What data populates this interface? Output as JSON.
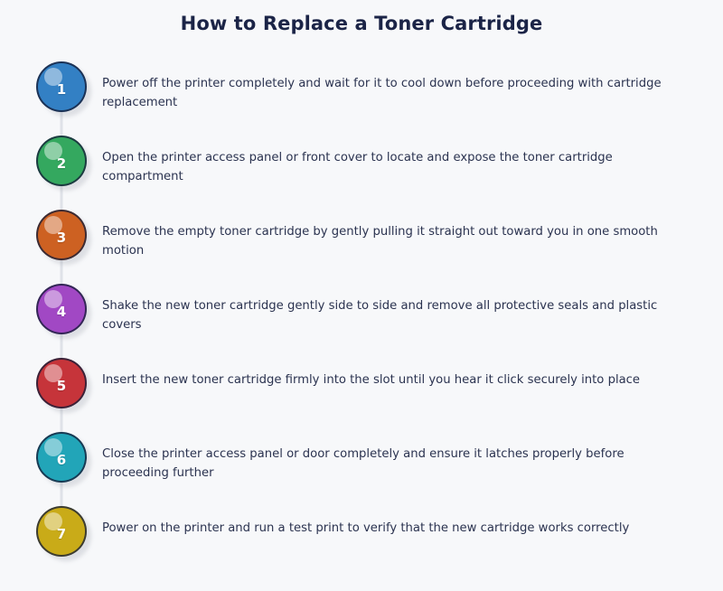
{
  "header": {
    "title": "How to Replace a Toner Cartridge"
  },
  "theme": {
    "background": "#f7f8fa",
    "title_color": "#1b2447",
    "text_color": "#2b3350",
    "connector_color": "#dfe2e8"
  },
  "steps": [
    {
      "number": "1",
      "text": "Power off the printer completely and wait for it to cool down before proceeding with cartridge replacement",
      "color": "#3380c4"
    },
    {
      "number": "2",
      "text": "Open the printer access panel or front cover to locate and expose the toner cartridge compartment",
      "color": "#34a85f"
    },
    {
      "number": "3",
      "text": "Remove the empty toner cartridge by gently pulling it straight out toward you in one smooth motion",
      "color": "#cd6122"
    },
    {
      "number": "4",
      "text": "Shake the new toner cartridge gently side to side and remove all protective seals and plastic covers",
      "color": "#a148c4"
    },
    {
      "number": "5",
      "text": "Insert the new toner cartridge firmly into the slot until you hear it click securely into place",
      "color": "#c6343a"
    },
    {
      "number": "6",
      "text": "Close the printer access panel or door completely and ensure it latches properly before proceeding further",
      "color": "#22a5b8"
    },
    {
      "number": "7",
      "text": "Power on the printer and run a test print to verify that the new cartridge works correctly",
      "color": "#c9ab18"
    }
  ]
}
